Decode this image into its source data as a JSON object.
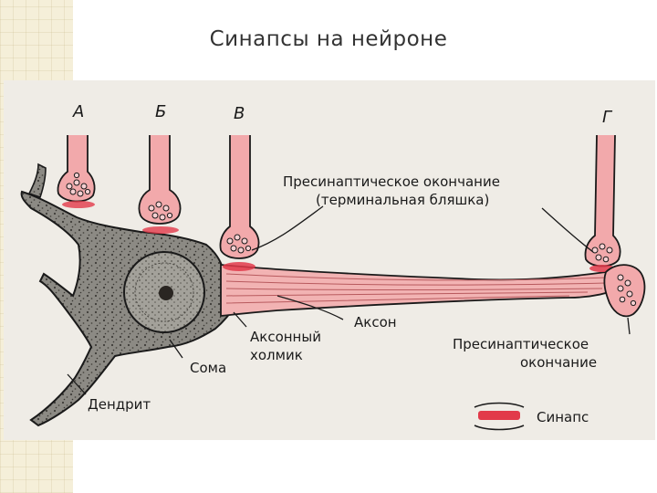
{
  "slide": {
    "title": "Синапсы на нейроне"
  },
  "diagram": {
    "terminal_letters": [
      "А",
      "Б",
      "В",
      "Г"
    ],
    "labels": {
      "presynaptic_terminal_line1": "Пресинаптическое окончание",
      "presynaptic_terminal_line2": "(терминальная бляшка)",
      "axon": "Аксон",
      "axon_hillock_line1": "Аксонный",
      "axon_hillock_line2": "холмик",
      "soma": "Сома",
      "dendrite": "Дендрит",
      "presynaptic_ending_line1": "Пресинаптическое",
      "presynaptic_ending_line2": "окончание",
      "synapse_legend": "Синапс"
    },
    "colors": {
      "cell_body": "#8a8882",
      "axon_pink": "#f0b0b0",
      "terminal_fill": "#f2a9ab",
      "synapse_red": "#e23a4a",
      "outline": "#1a1a1a"
    }
  }
}
